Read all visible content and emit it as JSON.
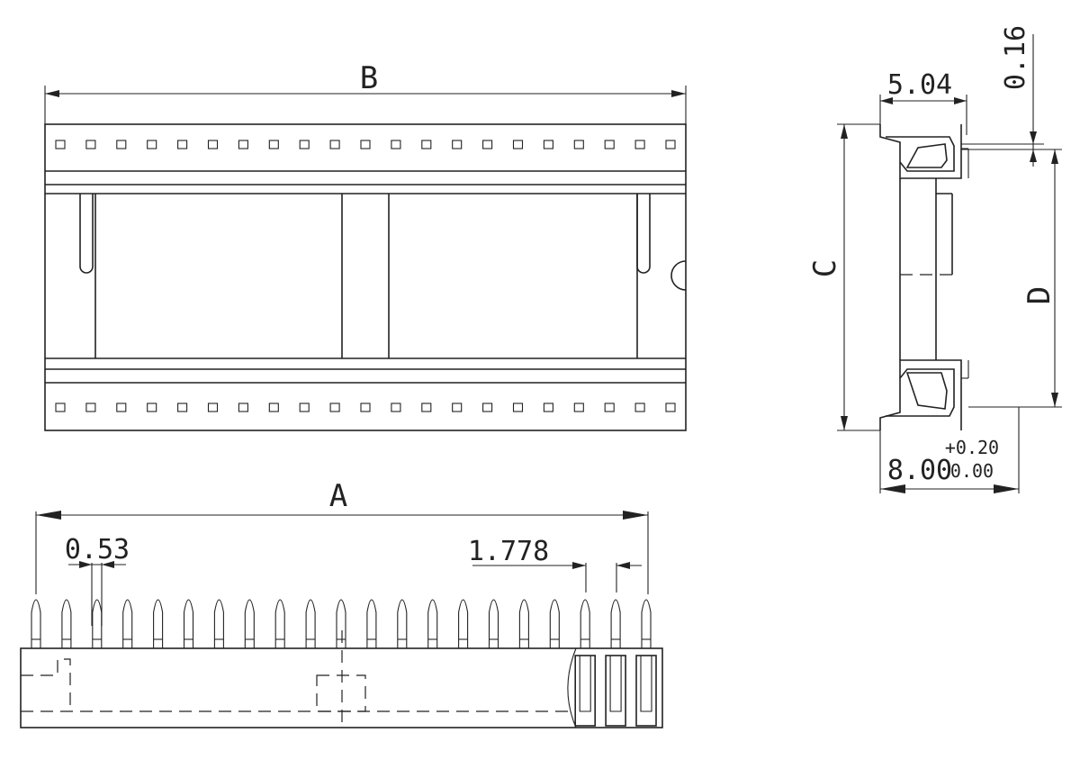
{
  "labels": {
    "A": "A",
    "B": "B",
    "C": "C",
    "D": "D"
  },
  "dimensions": {
    "pin_width": "0.53",
    "pitch": "1.778",
    "side_width": "5.04",
    "top_offset": "0.16",
    "row_spacing": "8.00",
    "tol_plus": "+0.20",
    "tol_minus": "0.00"
  },
  "pins_per_row": 21
}
